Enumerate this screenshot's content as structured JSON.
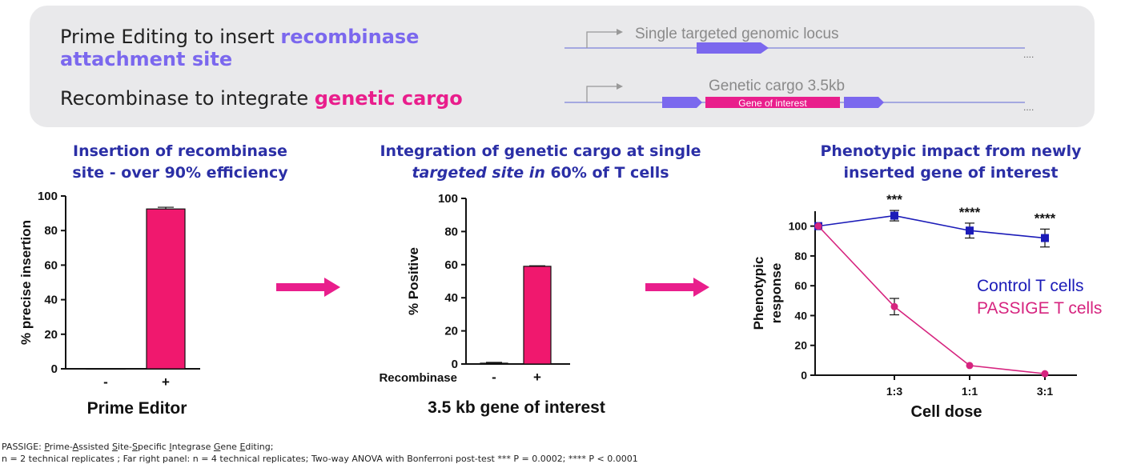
{
  "top": {
    "line1_prefix": "Prime Editing to insert ",
    "line1_highlight_a": "recombinase",
    "line1_highlight_b": "attachment site",
    "line2_prefix": "Recombinase to integrate ",
    "line2_highlight": "genetic cargo",
    "diagram1_label": "Single targeted genomic locus",
    "diagram2_label": "Genetic cargo 3.5kb",
    "gene_label": "Gene of interest",
    "ellipsis": "....",
    "colors": {
      "purple": "#7b68ee",
      "pink": "#e91e8c",
      "line": "#8e92dc"
    }
  },
  "titles": {
    "left_line1": "Insertion of recombinase",
    "left_line2": "site - over 90% efficiency",
    "mid_line1": "Integration of genetic cargo at single",
    "mid_line2_italic": "targeted site in",
    "mid_line2_rest": " 60% of T cells",
    "right_line1": "Phenotypic impact from newly",
    "right_line2": "inserted gene of interest"
  },
  "chart_data": [
    {
      "type": "bar",
      "ylabel": "% precise insertion",
      "xlabel": "Prime Editor",
      "categories": [
        "-",
        "+"
      ],
      "values": [
        0,
        92.5
      ],
      "errors": [
        0,
        1
      ],
      "ylim": [
        0,
        100
      ],
      "yticks": [
        0,
        20,
        40,
        60,
        80,
        100
      ],
      "color": "#f0186e"
    },
    {
      "type": "bar",
      "ylabel": "% Positive",
      "xlabel": "3.5 kb gene of interest",
      "row_label": "Recombinase",
      "categories": [
        "-",
        "+"
      ],
      "values": [
        0.5,
        59
      ],
      "errors": [
        0.5,
        0.3
      ],
      "ylim": [
        0,
        100
      ],
      "yticks": [
        0,
        20,
        40,
        60,
        80,
        100
      ],
      "color": "#f0186e"
    },
    {
      "type": "line",
      "ylabel": "Phenotypic response",
      "xlabel": "Cell dose",
      "x_ticklabels": [
        "1:3",
        "1:1",
        "3:1"
      ],
      "ylim": [
        0,
        110
      ],
      "yticks": [
        0,
        20,
        40,
        60,
        80,
        100
      ],
      "series": [
        {
          "name": "Control T cells",
          "color": "#1b1bb8",
          "marker": "square",
          "values": [
            100,
            107,
            97,
            92
          ],
          "errors": [
            0,
            3.5,
            5,
            6
          ]
        },
        {
          "name": "PASSIGE T cells",
          "color": "#d6247f",
          "marker": "circle",
          "values": [
            100,
            46,
            6.5,
            1
          ],
          "errors": [
            0,
            5.5,
            0,
            0
          ]
        }
      ],
      "significance": [
        "",
        "***",
        "****",
        "****"
      ]
    }
  ],
  "footnotes": {
    "line1_parts": [
      {
        "t": "PASSIGE: ",
        "u": false
      },
      {
        "t": "P",
        "u": true
      },
      {
        "t": "rime-",
        "u": false
      },
      {
        "t": "A",
        "u": true
      },
      {
        "t": "ssisted ",
        "u": false
      },
      {
        "t": "S",
        "u": true
      },
      {
        "t": "ite-",
        "u": false
      },
      {
        "t": "S",
        "u": true
      },
      {
        "t": "pecific ",
        "u": false
      },
      {
        "t": "I",
        "u": true
      },
      {
        "t": "ntegrase ",
        "u": false
      },
      {
        "t": "G",
        "u": true
      },
      {
        "t": "ene ",
        "u": false
      },
      {
        "t": "E",
        "u": true
      },
      {
        "t": "diting;",
        "u": false
      }
    ],
    "line2": "n = 2 technical replicates ; Far right panel: n = 4 technical replicates; Two-way ANOVA with Bonferroni post-test  *** P = 0.0002; **** P < 0.0001"
  }
}
